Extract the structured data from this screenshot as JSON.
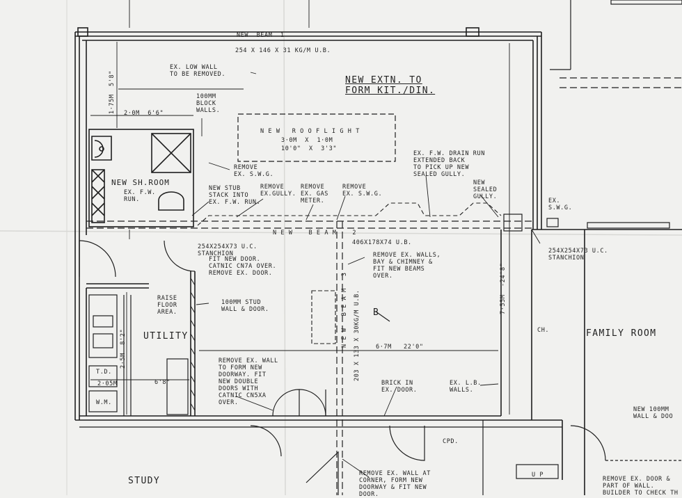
{
  "drawing": {
    "rooms": {
      "new_extension": "NEW EXTN. TO\nFORM KIT./DIN.",
      "shower_room": "NEW SH.ROOM",
      "utility": "UTILITY",
      "family_room": "FAMILY ROOM",
      "study": "STUDY",
      "cupboard": "CPD."
    },
    "beams": {
      "beam1": "NEW  BEAM  1",
      "beam1_spec": "254 X 146 X 31 kg/m U.B.",
      "beam2": "N E W    B E A M    2",
      "beam2_spec": "406X178X74 U.B.",
      "beam3": "N E W   B E A M   3",
      "beam3_spec": "203 X 133 X 30kg/m U.B."
    },
    "rooflight": {
      "title": "N E W   R O O F L I G H T",
      "metric": "3·0m  X  1·0m",
      "imperial": "10'0\"  X  3'3\""
    },
    "dimensions": {
      "d1": "1·75m  5'8\"",
      "d2": "2·0m  6'6\"",
      "d3": "2·5m  8'2\"",
      "d4": "2·05m",
      "d5": "6'8\"",
      "d6": "6·7m   22'0\"",
      "d7": "7·55m  -24'8\""
    },
    "notes": {
      "low_wall": "EX. LOW WALL\nTO BE REMOVED.",
      "block_walls": "100mm\nBLOCK\nWALLS.",
      "remove_swg_1": "REMOVE\nEX. S.W.G.",
      "ex_fw_run": "EX. F.W.\nRUN.",
      "stub_stack": "NEW STUB\nSTACK INTO\nEX. F.W. RUN.",
      "remove_gully": "REMOVE\nEX.GULLY.",
      "remove_gas": "REMOVE\nEX. GAS\nMETER.",
      "remove_swg_2": "REMOVE\nEX. S.W.G.",
      "drain_run": "EX. F.W. DRAIN RUN\nEXTENDED BACK\nTO PICK UP NEW\nSEALED GULLY.",
      "sealed_gully": "NEW\nSEALED\nGULLY.",
      "ex_swg": "EX.\nS.W.G.",
      "stanchion_left": "254X254X73 U.C.\nSTANCHION",
      "stanchion_right": "254X254X73 U.C.\nSTANCHION",
      "door_note": "FIT NEW DOOR.\nCATNIC CN7A OVER.\nREMOVE EX. DOOR.",
      "remove_walls": "REMOVE EX. WALLS,\nBAY & CHIMNEY &\nFIT NEW BEAMS\nOVER.",
      "raise_floor": "RAISE\nFLOOR\nAREA.",
      "stud_wall": "100mm STUD\nWALL & DOOR.",
      "remove_wall_door": "REMOVE EX. WALL\nTO FORM NEW\nDOORWAY. FIT\nNEW DOUBLE\nDOORS WITH\nCATNIC CN5XA\nOVER.",
      "brick_door": "BRICK IN\nEX. DOOR.",
      "lb_walls": "EX. L.B.\nWALLS.",
      "remove_corner": "REMOVE EX. WALL AT\nCORNER, FORM NEW\nDOORWAY & FIT NEW\nDOOR.",
      "new_wall_right": "NEW 100mm\nWALL & DOO",
      "remove_door_right": "REMOVE EX. DOOR &\nPART OF WALL.\nBUILDER TO CHECK TH"
    },
    "abbrev": {
      "td": "T.D.",
      "wm": "W.M.",
      "ch": "CH.",
      "up": "U P",
      "section": "B"
    }
  }
}
